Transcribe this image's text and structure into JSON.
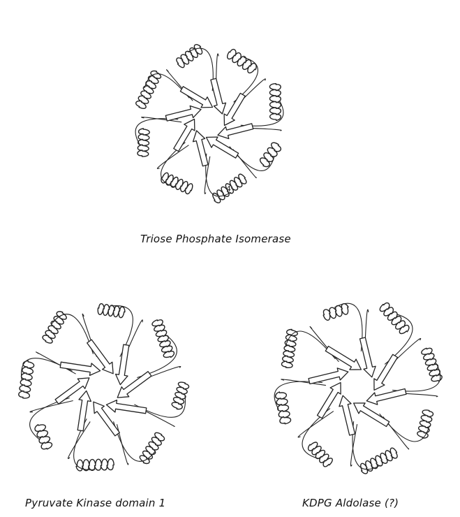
{
  "figure": {
    "captions": {
      "tim": "Triose Phosphate Isomerase",
      "pk": "Pyruvate Kinase domain 1",
      "kdpg": "KDPG Aldolase (?)"
    },
    "inline_label": "4"
  },
  "structures": [
    {
      "id": "tim",
      "icon": "tim-barrel-ribbon",
      "strands": 8,
      "helices": 8
    },
    {
      "id": "pk",
      "icon": "tim-barrel-ribbon",
      "strands": 8,
      "helices": 8
    },
    {
      "id": "kdpg",
      "icon": "tim-barrel-ribbon",
      "strands": 8,
      "helices": 8
    }
  ],
  "colors": {
    "line": "#222222",
    "background": "#ffffff"
  }
}
